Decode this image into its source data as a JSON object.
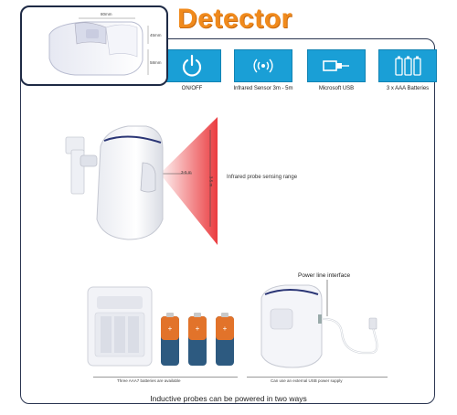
{
  "title": "Detector",
  "thumbnail": {
    "dim_width": "80mm",
    "dim_depth": "45mm",
    "dim_height": "58mm"
  },
  "features": [
    {
      "label": "ON/OFF",
      "icon": "power-icon"
    },
    {
      "label": "Infrared Sensor 3m - 5m",
      "icon": "infrared-sensor-icon"
    },
    {
      "label": "Microsoft USB",
      "icon": "usb-icon"
    },
    {
      "label": "3 x AAA Batteries",
      "icon": "batteries-icon"
    }
  ],
  "sensing": {
    "range_label": "Infrared probe sensing range",
    "horizontal_tag": "3-5 m",
    "vertical_tag": "3-5 m"
  },
  "battery_caption": "Three AAA7 batteries are available",
  "usb_caption": "Can use an external USB power supply",
  "power_line_label": "Power line interface",
  "bottom_text": "Inductive probes can be powered in two ways",
  "colors": {
    "title": "#f08a1c",
    "icon_tile": "#1a9fd6",
    "sensor_beam": "#e8262a",
    "frame": "#2a3550"
  }
}
